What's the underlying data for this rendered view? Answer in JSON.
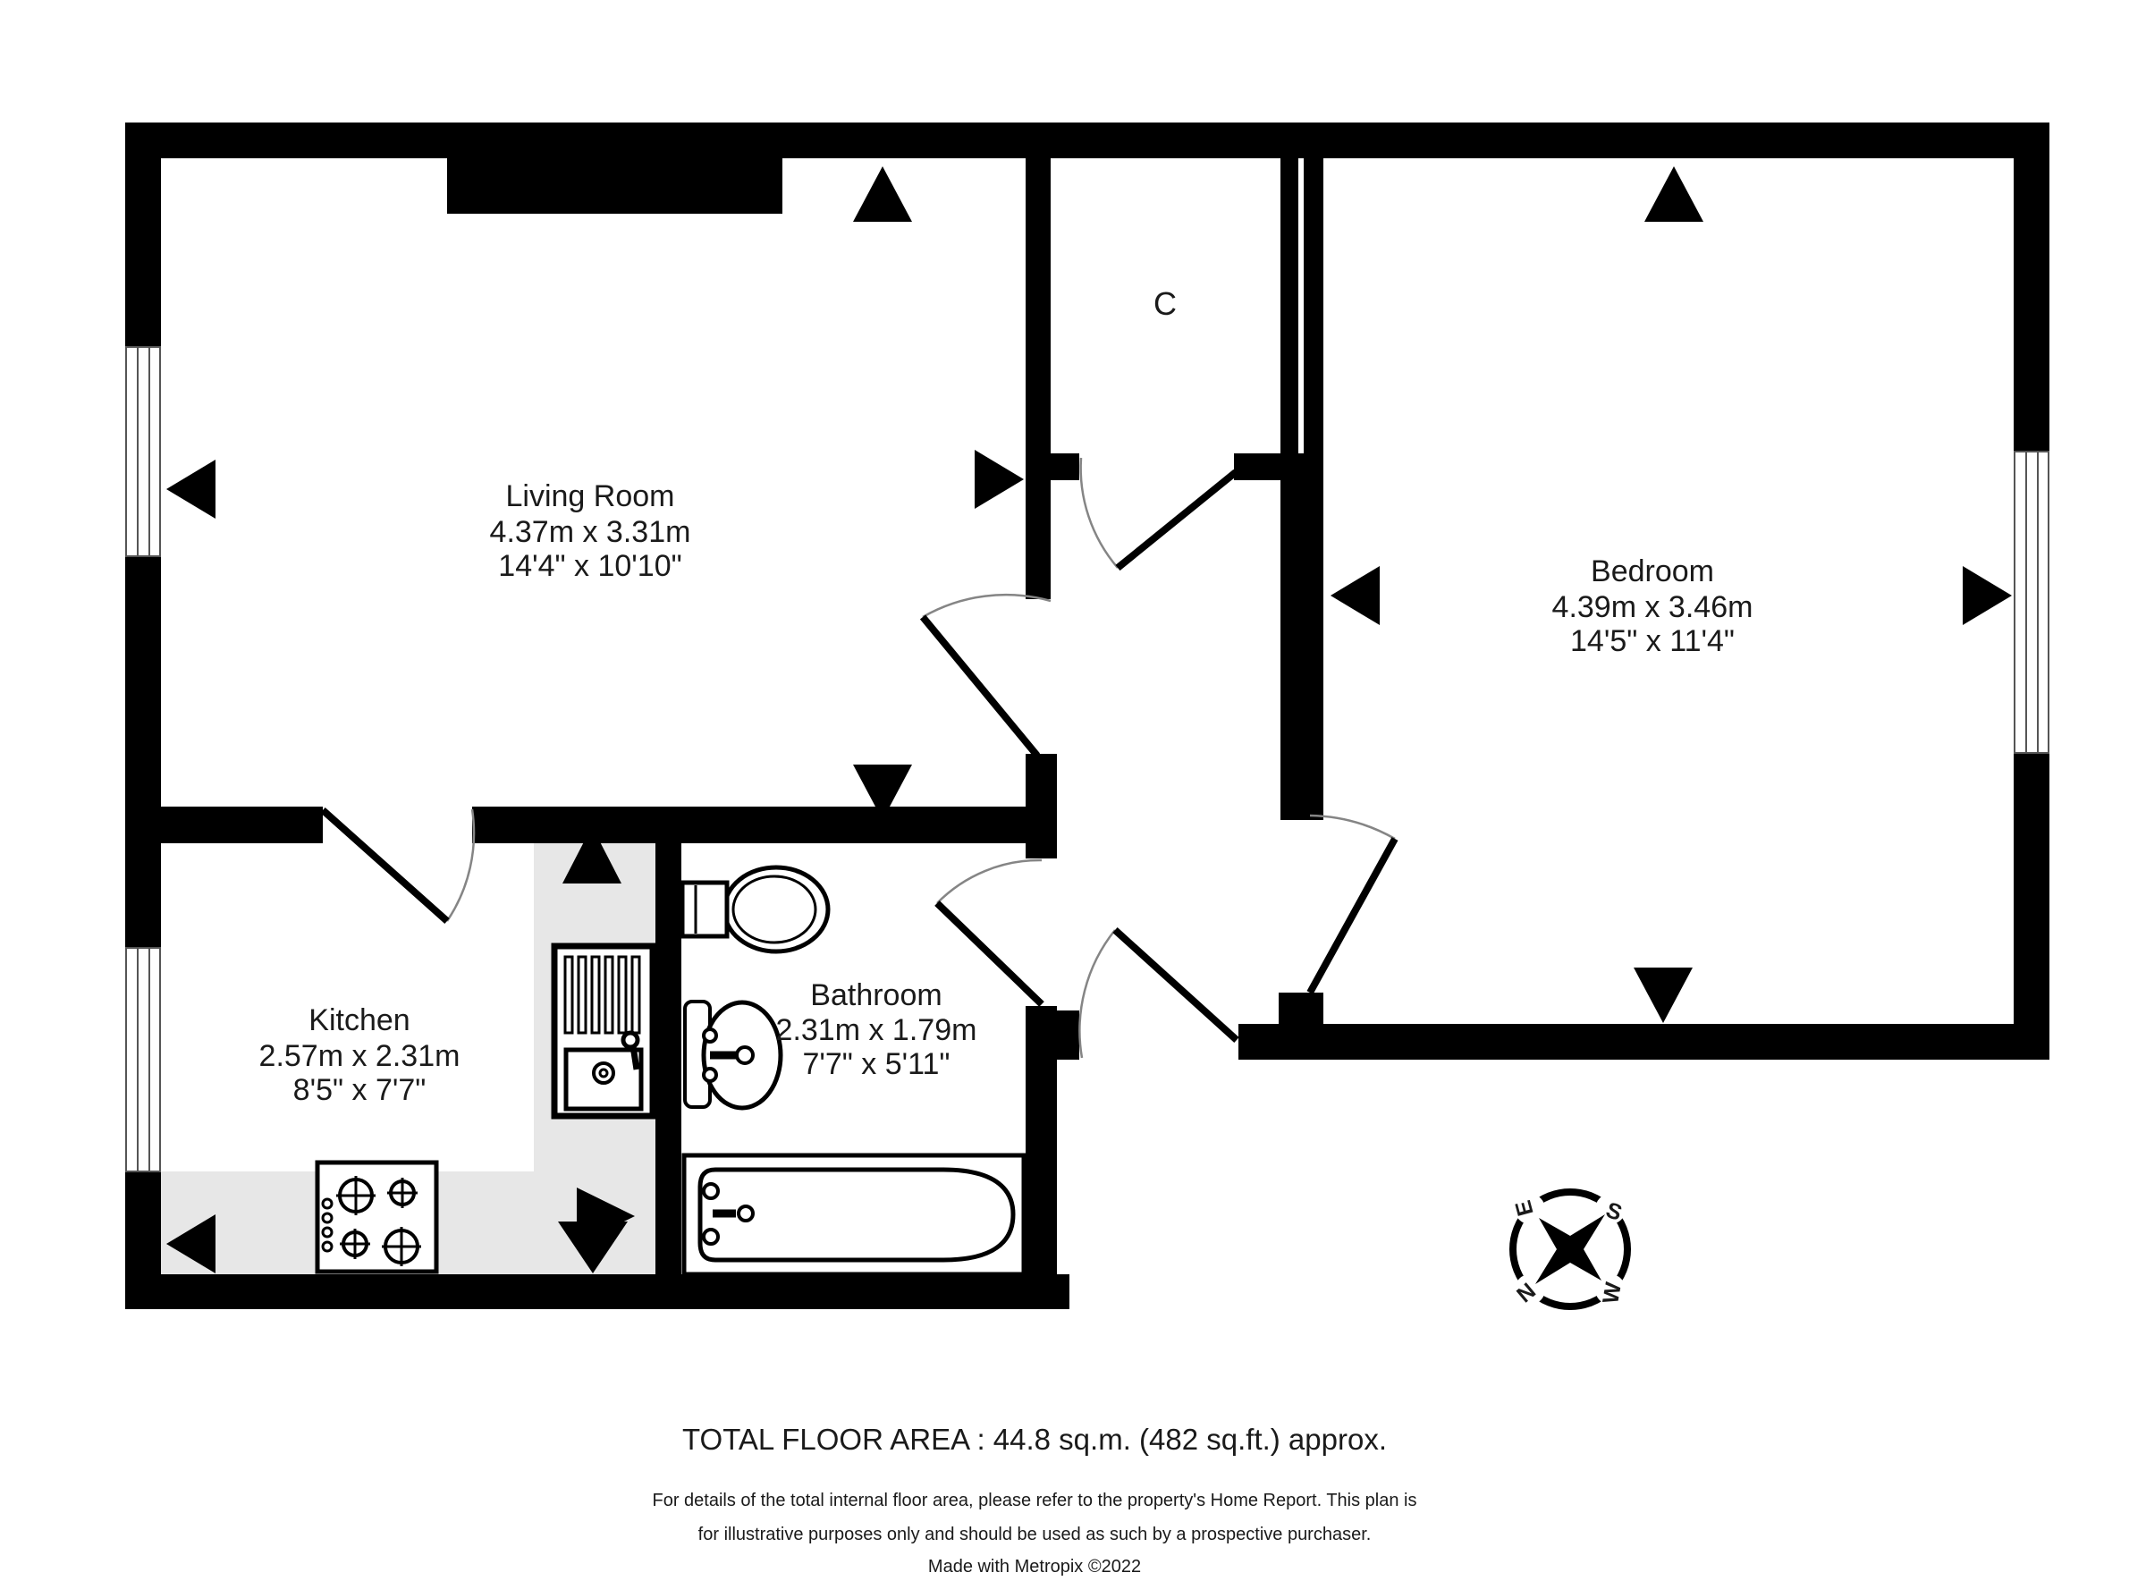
{
  "rooms": {
    "living": {
      "name": "Living Room",
      "dim_m": "4.37m  x 3.31m",
      "dim_ft": "14'4\"  x 10'10\""
    },
    "bedroom": {
      "name": "Bedroom",
      "dim_m": "4.39m  x 3.46m",
      "dim_ft": "14'5\"  x 11'4\""
    },
    "kitchen": {
      "name": "Kitchen",
      "dim_m": "2.57m  x 2.31m",
      "dim_ft": "8'5\"  x 7'7\""
    },
    "bathroom": {
      "name": "Bathroom",
      "dim_m": "2.31m  x 1.79m",
      "dim_ft": "7'7\"  x 5'11\""
    },
    "closet": {
      "name": "C"
    }
  },
  "compass": {
    "north": "N",
    "east": "E",
    "south": "S",
    "west": "W"
  },
  "footer": {
    "total_area": "TOTAL FLOOR AREA : 44.8 sq.m. (482 sq.ft.) approx.",
    "disclaimer_line1": "For details of the total internal floor area, please refer to the property's Home Report. This plan is",
    "disclaimer_line2": "for illustrative purposes only and should be used as such by a prospective purchaser.",
    "credit": "Made with Metropix ©2022"
  },
  "colors": {
    "wall": "#000000",
    "counter": "#e7e7e7",
    "arc_line": "#858585",
    "background": "#ffffff"
  }
}
